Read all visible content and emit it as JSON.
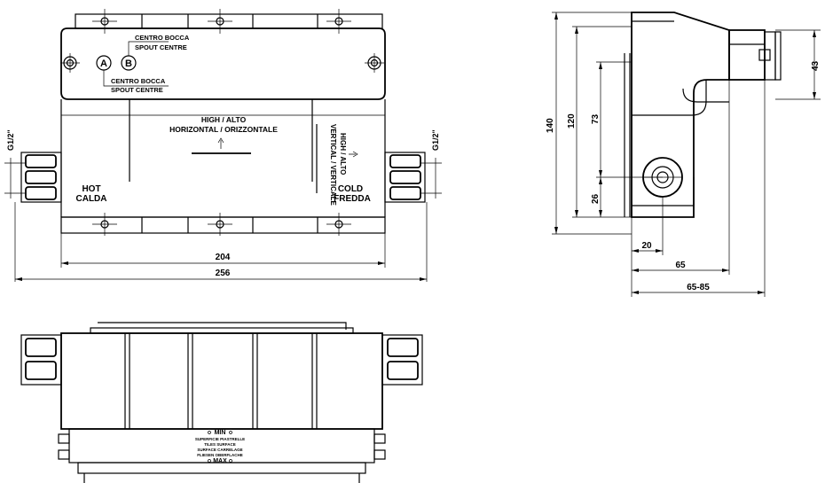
{
  "front_view": {
    "label_a": "A",
    "label_b": "B",
    "spout_b_it": "CENTRO BOCCA",
    "spout_b_en": "SPOUT CENTRE",
    "spout_a_it": "CENTRO BOCCA",
    "spout_a_en": "SPOUT CENTRE",
    "high_alto": "HIGH / ALTO",
    "horizontal": "HORIZONTAL / ORIZZONTALE",
    "vertical_high": "HIGH / ALTO",
    "vertical": "VERTICAL / VERTICALE",
    "hot": "HOT",
    "calda": "CALDA",
    "cold": "COLD",
    "fredda": "FREDDA",
    "thread_left": "G1/2\"",
    "thread_right": "G1/2\"",
    "dim_inner_width": "204",
    "dim_outer_width": "256"
  },
  "side_view": {
    "dim_140": "140",
    "dim_120": "120",
    "dim_73": "73",
    "dim_26": "26",
    "dim_43": "43",
    "dim_20": "20",
    "dim_65": "65",
    "dim_65_85": "65-85"
  },
  "bottom_view": {
    "min": "MIN",
    "line1": "SUPERFICIE PIASTRELLE",
    "line2": "TILES SURFACE",
    "line3": "SURFACE CARRELAGE",
    "line4": "FLIESEN OBERFLACHE",
    "max": "MAX"
  }
}
